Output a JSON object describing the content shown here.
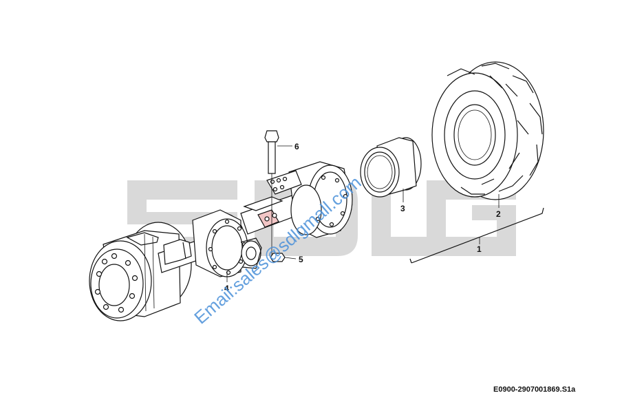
{
  "callouts": [
    "1",
    "2",
    "3",
    "4",
    "5",
    "6"
  ],
  "diagram_code": "E0900-2907001869.S1a",
  "watermark": {
    "email": "Email:sales@sdlgmall.com",
    "logo": "SDLG"
  }
}
